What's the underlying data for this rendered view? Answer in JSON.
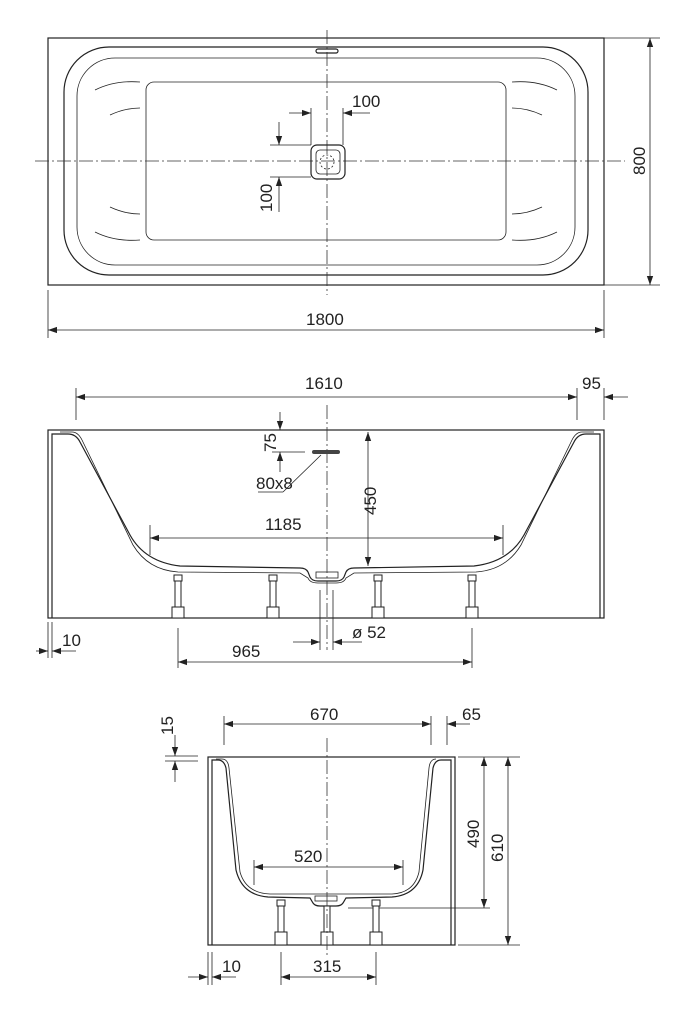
{
  "top_view": {
    "width": "1800",
    "depth": "800",
    "drain_x": "100",
    "drain_y": "100"
  },
  "side_view": {
    "inner_length": "1610",
    "rim": "95",
    "overflow_offset": "75",
    "overflow_size": "80x8",
    "depth": "450",
    "floor_length": "1185",
    "wall": "10",
    "leg_span": "965",
    "drain_diameter": "ø 52"
  },
  "end_view": {
    "inner_width": "670",
    "rim": "65",
    "top_offset": "15",
    "depth": "490",
    "height": "610",
    "floor_width": "520",
    "wall": "10",
    "leg_span": "315"
  }
}
